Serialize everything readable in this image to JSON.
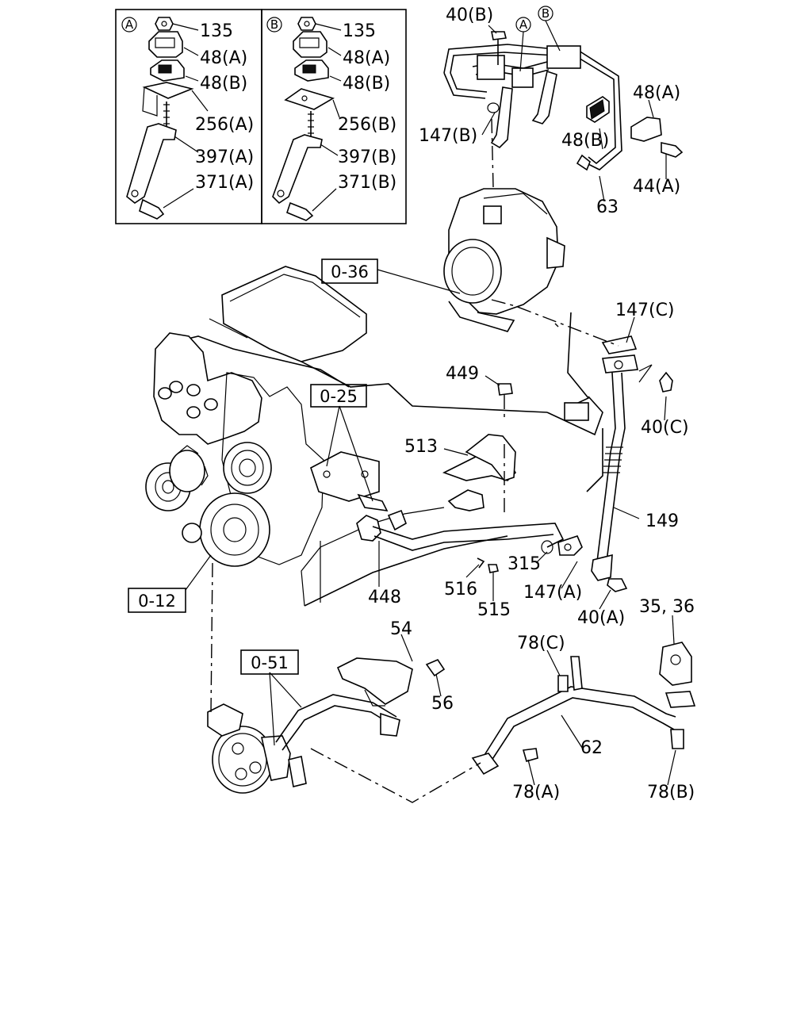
{
  "detail_boxes": [
    {
      "key": "a",
      "marker": "A",
      "labels": [
        "135",
        "48(A)",
        "48(B)",
        "256(A)",
        "397(A)",
        "371(A)"
      ]
    },
    {
      "key": "b",
      "marker": "B",
      "labels": [
        "135",
        "48(A)",
        "48(B)",
        "256(B)",
        "397(B)",
        "371(B)"
      ]
    }
  ],
  "callouts": {
    "c40b": "40(B)",
    "cA": "A",
    "cB": "B",
    "c147b": "147(B)",
    "c48a": "48(A)",
    "c48b": "48(B)",
    "c44a": "44(A)",
    "c63": "63",
    "c147c": "147(C)",
    "c449": "449",
    "c40c": "40(C)",
    "c513": "513",
    "c149": "149",
    "c448": "448",
    "c315": "315",
    "c516": "516",
    "c515": "515",
    "c147a": "147(A)",
    "c40a": "40(A)",
    "c3536": "35, 36",
    "c54": "54",
    "c78c": "78(C)",
    "c56": "56",
    "c62": "62",
    "c78a": "78(A)",
    "c78b": "78(B)"
  },
  "references": {
    "r036": "0-36",
    "r025": "0-25",
    "r012": "0-12",
    "r051": "0-51"
  }
}
